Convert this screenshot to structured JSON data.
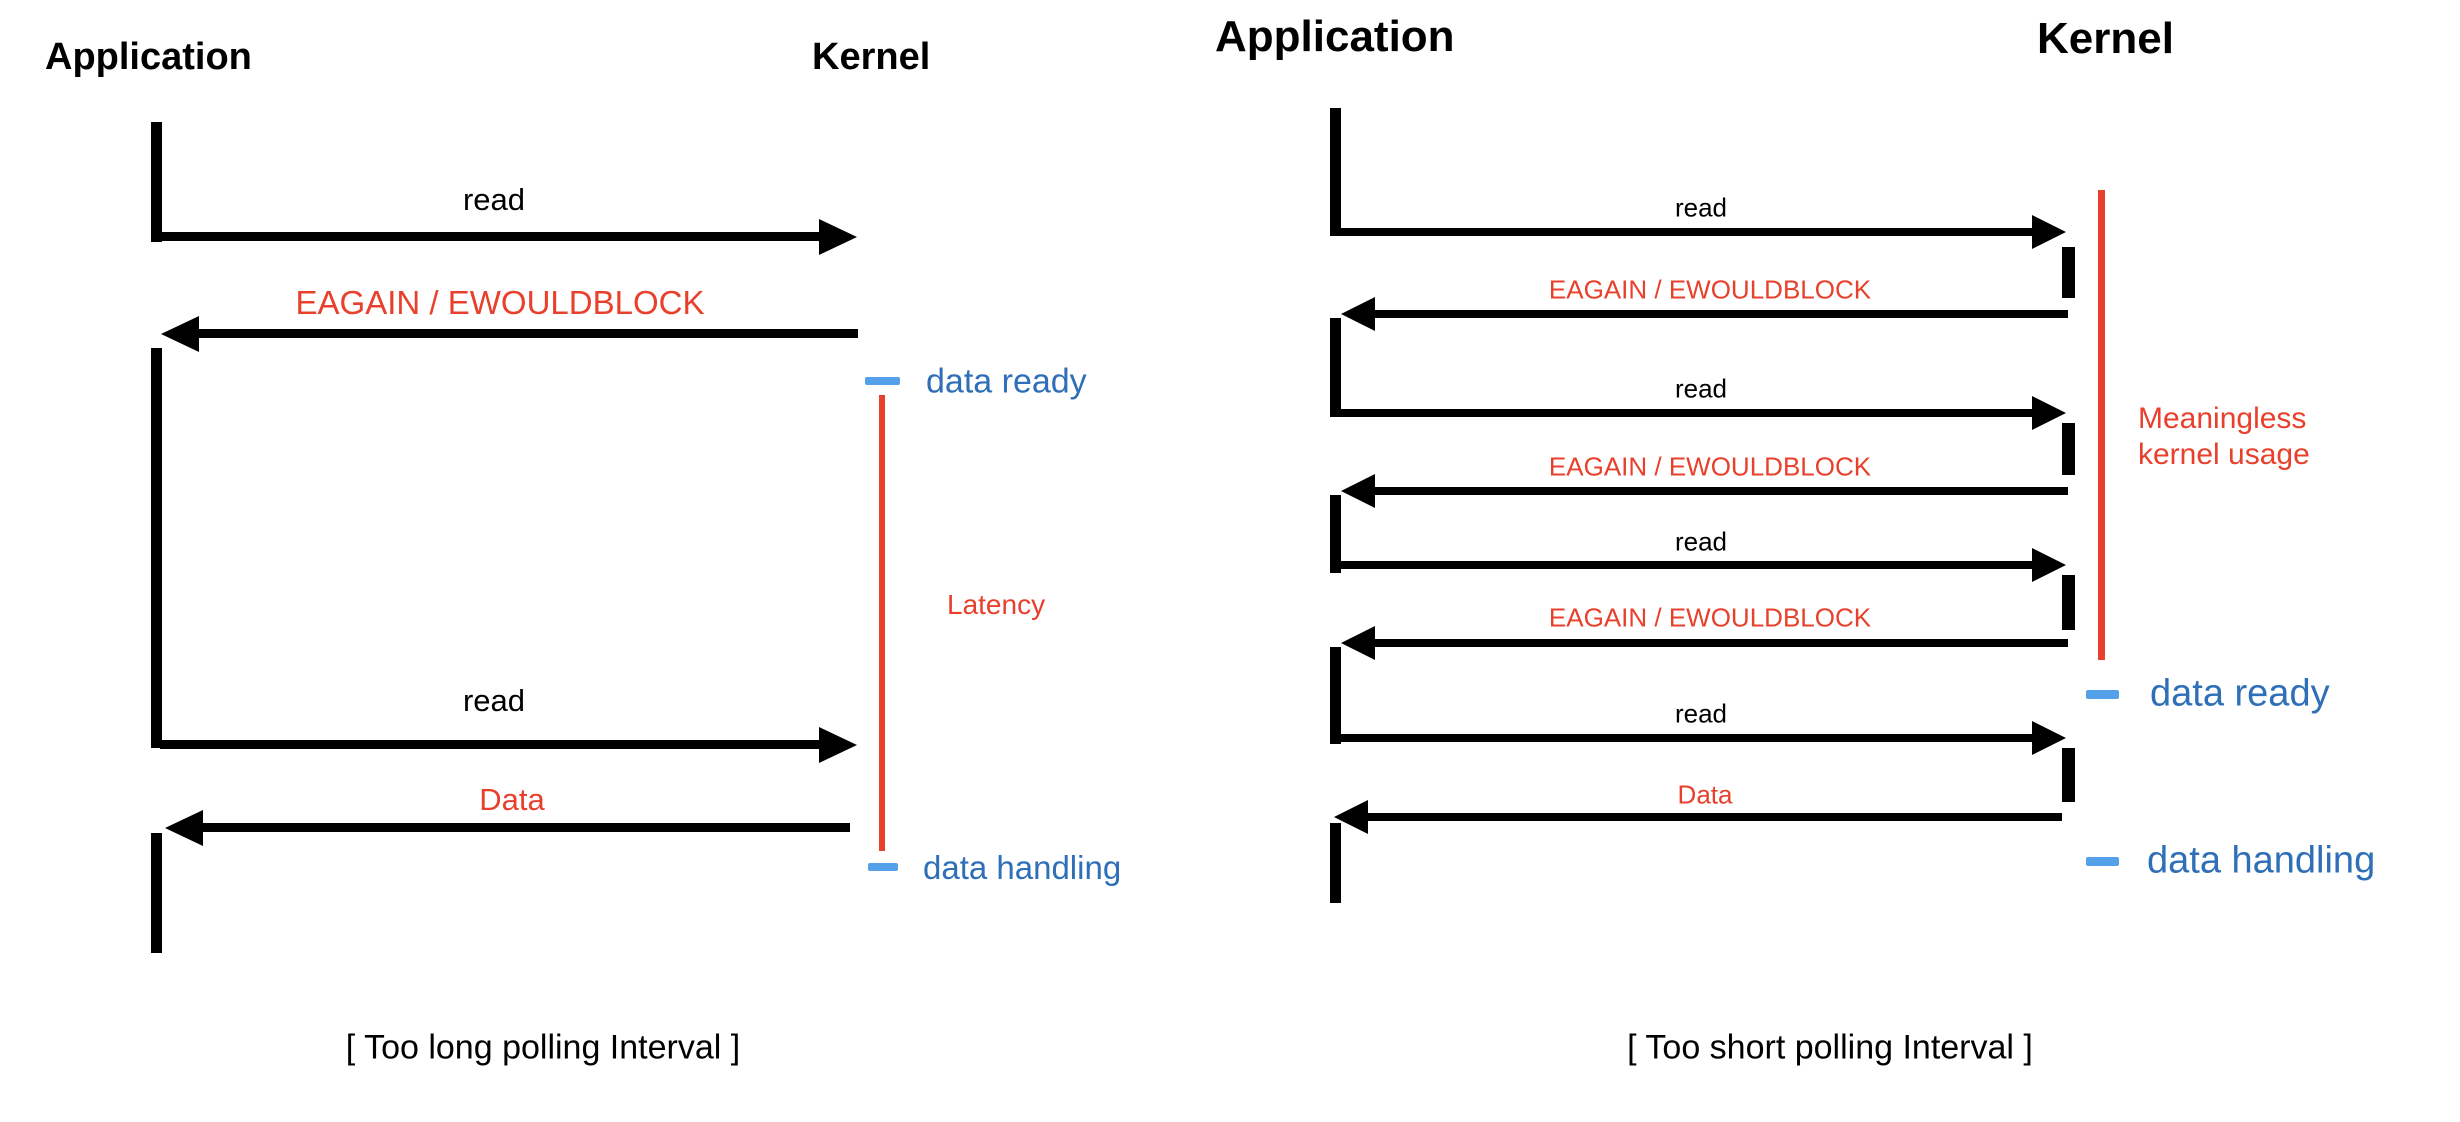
{
  "colors": {
    "red": "#e8402c",
    "blue_text": "#2e6fb7",
    "blue_dash": "#54a1ea",
    "black": "#000000",
    "background": "#ffffff"
  },
  "left_panel": {
    "app_header": "Application",
    "kernel_header": "Kernel",
    "messages": {
      "read1": "read",
      "eagain": "EAGAIN / EWOULDBLOCK",
      "read2": "read",
      "data": "Data"
    },
    "annotations": {
      "data_ready": "data ready",
      "latency": "Latency",
      "data_handling": "data handling"
    },
    "caption": "[ Too long polling Interval ]"
  },
  "right_panel": {
    "app_header": "Application",
    "kernel_header": "Kernel",
    "messages": {
      "read1": "read",
      "eagain1": "EAGAIN / EWOULDBLOCK",
      "read2": "read",
      "eagain2": "EAGAIN / EWOULDBLOCK",
      "read3": "read",
      "eagain3": "EAGAIN / EWOULDBLOCK",
      "read4": "read",
      "data": "Data"
    },
    "annotations": {
      "meaningless": "Meaningless\nkernel usage",
      "data_ready": "data ready",
      "data_handling": "data handling"
    },
    "caption": "[ Too short polling Interval ]"
  }
}
